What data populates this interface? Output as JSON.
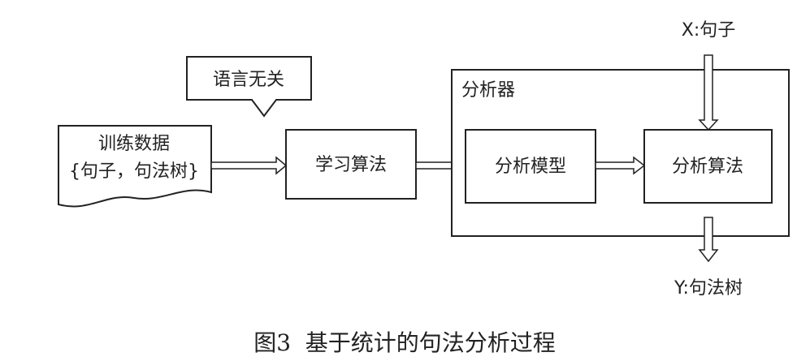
{
  "diagram": {
    "training_data_line1": "训练数据",
    "training_data_line2": "{句子，句法树}",
    "callout": "语言无关",
    "learning_algorithm": "学习算法",
    "analyzer": "分析器",
    "analysis_model": "分析模型",
    "analysis_algorithm": "分析算法",
    "input_label": "X:句子",
    "output_label": "Y:句法树"
  },
  "caption": "图3  基于统计的句法分析过程"
}
